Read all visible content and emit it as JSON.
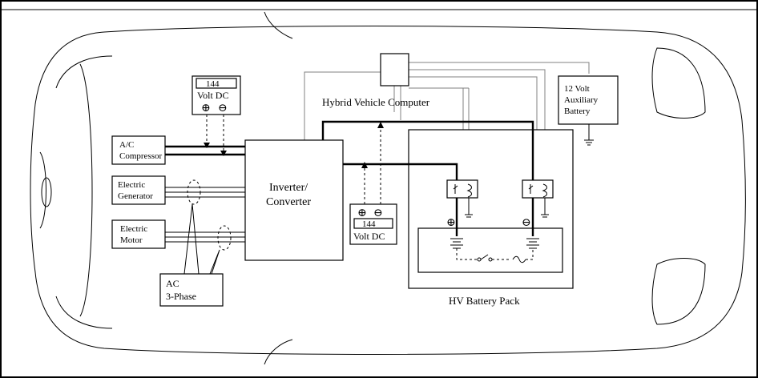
{
  "title": "Hybrid Vehicle Computer",
  "components": {
    "ac_compressor": [
      "A/C",
      "Compressor"
    ],
    "electric_generator": [
      "Electric",
      "Generator"
    ],
    "electric_motor": [
      "Electric",
      "Motor"
    ],
    "inverter": [
      "Inverter/",
      "Converter"
    ],
    "aux_battery": [
      "12 Volt",
      "Auxiliary",
      "Battery"
    ],
    "hv_battery_pack": "HV Battery Pack",
    "ac_3phase": [
      "AC",
      "3-Phase"
    ]
  },
  "meters": [
    {
      "reading": "144",
      "unit": "Volt DC",
      "plus": "⊕",
      "minus": "⊖"
    },
    {
      "reading": "144",
      "unit": "Volt DC",
      "plus": "⊕",
      "minus": "⊖"
    }
  ],
  "terminals": {
    "positive": "⊕",
    "negative": "⊖"
  }
}
